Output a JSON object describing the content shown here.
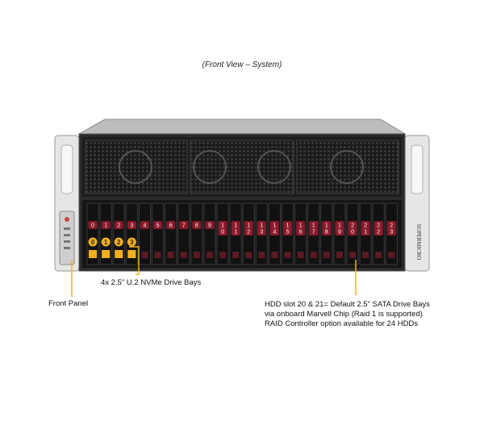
{
  "caption": "(Front View – System)",
  "labels": {
    "nvme": "4x 2.5\" U.2 NVMe Drive Bays",
    "front_panel": "Front Panel",
    "hdd_note": [
      "HDD slot 20 & 21= Default 2.5\" SATA Drive Bays",
      "via onboard Marvell Chip (Raid 1 is supported)",
      "RAID Controller option available for 24 HDDs"
    ]
  },
  "brand": "SUPERMICRO",
  "bays": [
    {
      "n": "0"
    },
    {
      "n": "1"
    },
    {
      "n": "2"
    },
    {
      "n": "3"
    },
    {
      "n": "4"
    },
    {
      "n": "5"
    },
    {
      "n": "6"
    },
    {
      "n": "7"
    },
    {
      "n": "8"
    },
    {
      "n": "9"
    },
    {
      "n": "10"
    },
    {
      "n": "11"
    },
    {
      "n": "12"
    },
    {
      "n": "13"
    },
    {
      "n": "14"
    },
    {
      "n": "15"
    },
    {
      "n": "16"
    },
    {
      "n": "17"
    },
    {
      "n": "18"
    },
    {
      "n": "19"
    },
    {
      "n": "20"
    },
    {
      "n": "21"
    },
    {
      "n": "22"
    },
    {
      "n": "23"
    }
  ],
  "nvme_bays": [
    "0",
    "1",
    "2",
    "3"
  ],
  "colors": {
    "badge": "#8b1a2b",
    "nvme": "#f2b01e",
    "callout": "#f2b01e",
    "chassis": "#d9d9d9",
    "bay": "#111111"
  }
}
